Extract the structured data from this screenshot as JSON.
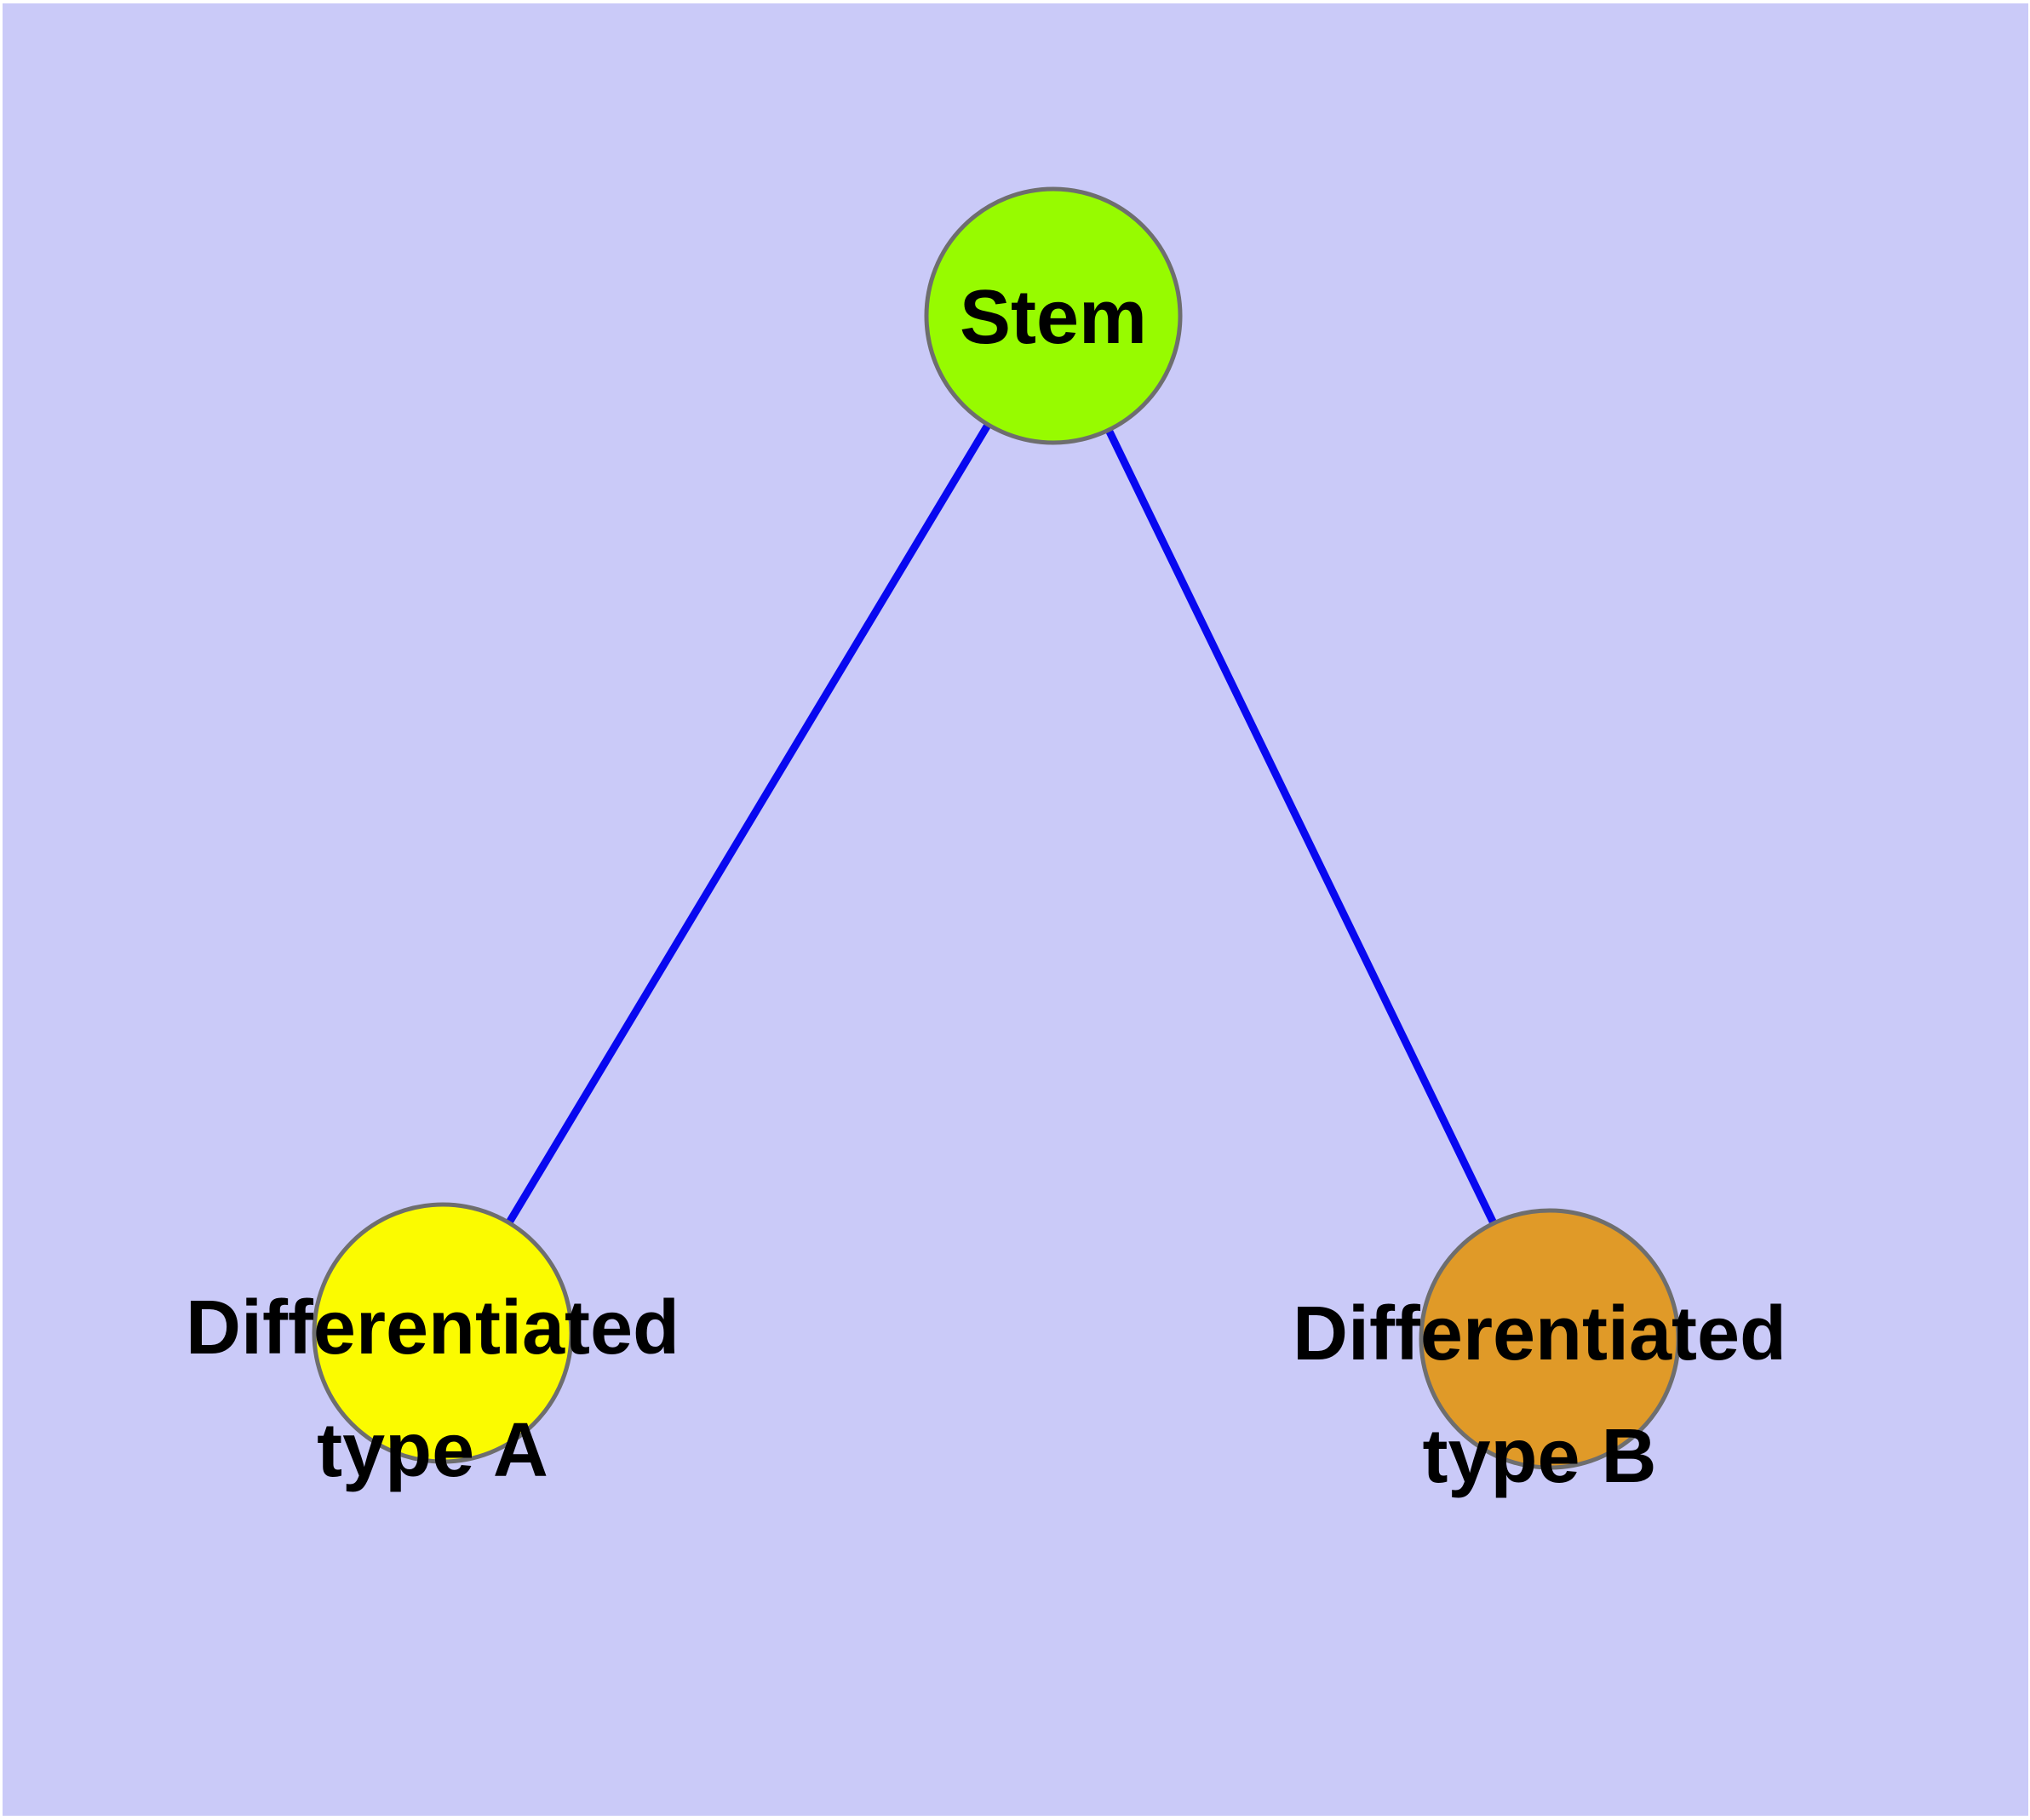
{
  "canvas": {
    "background_color": "#CACAF8",
    "frame_color": "#FFFFFF"
  },
  "nodes": {
    "stem": {
      "label": "Stem",
      "fill": "#97FB00",
      "border": "#6E6E6E",
      "text_color": "#000000"
    },
    "type_a": {
      "label": "Differentiated type A",
      "label_line1": "Differentiated",
      "label_line2": "type A",
      "fill": "#FBFB00",
      "border": "#6E6E6E",
      "text_color": "#000000"
    },
    "type_b": {
      "label": "Differentiated type B",
      "label_line1": "Differentiated",
      "label_line2": "type B",
      "fill": "#E09A28",
      "border": "#6E6E6E",
      "text_color": "#000000"
    }
  },
  "edges": {
    "stem_to_type_a": {
      "from": "Stem",
      "to": "Differentiated type A",
      "color": "#0808F0"
    },
    "stem_to_type_b": {
      "from": "Stem",
      "to": "Differentiated type B",
      "color": "#0808F0"
    }
  }
}
